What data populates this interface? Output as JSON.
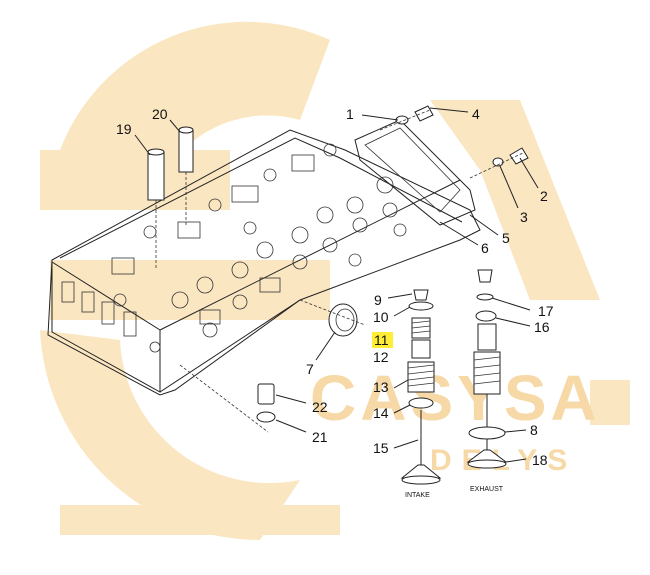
{
  "watermark": {
    "brand": "CASYSA",
    "sub": "DELYS",
    "color": "#f6d9a6"
  },
  "diagram": {
    "highlight_color": "#ffee33",
    "captions": {
      "intake": "INTAKE",
      "exhaust": "EXHAUST"
    },
    "callouts": [
      {
        "id": "1",
        "text": "1"
      },
      {
        "id": "2",
        "text": "2"
      },
      {
        "id": "3",
        "text": "3"
      },
      {
        "id": "4",
        "text": "4"
      },
      {
        "id": "5",
        "text": "5"
      },
      {
        "id": "6",
        "text": "6"
      },
      {
        "id": "7",
        "text": "7"
      },
      {
        "id": "8",
        "text": "8"
      },
      {
        "id": "9",
        "text": "9"
      },
      {
        "id": "10",
        "text": "10"
      },
      {
        "id": "11",
        "text": "11",
        "highlighted": true
      },
      {
        "id": "12",
        "text": "12"
      },
      {
        "id": "13",
        "text": "13"
      },
      {
        "id": "14",
        "text": "14"
      },
      {
        "id": "15",
        "text": "15"
      },
      {
        "id": "16",
        "text": "16"
      },
      {
        "id": "17",
        "text": "17"
      },
      {
        "id": "18",
        "text": "18"
      },
      {
        "id": "19",
        "text": "19"
      },
      {
        "id": "20",
        "text": "20"
      },
      {
        "id": "21",
        "text": "21"
      },
      {
        "id": "22",
        "text": "22"
      }
    ]
  }
}
